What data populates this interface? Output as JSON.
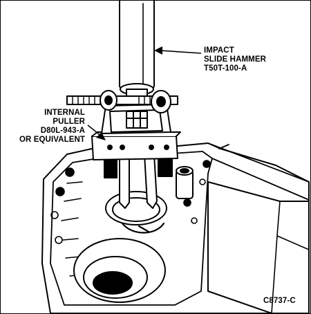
{
  "labels": {
    "slide_hammer": [
      "IMPACT",
      "SLIDE HAMMER",
      "T50T-100-A"
    ],
    "internal_puller": [
      "INTERNAL",
      "PULLER",
      "D80L-943-A",
      "OR EQUIVALENT"
    ],
    "figure_code": "C8737-C"
  }
}
